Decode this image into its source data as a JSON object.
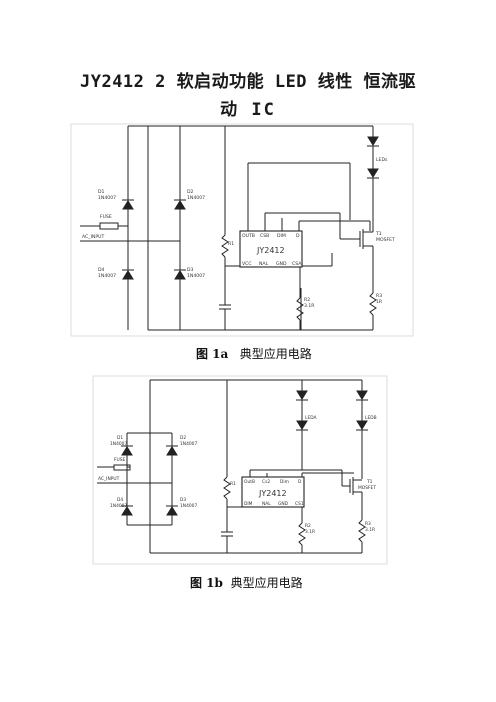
{
  "title_line1": "JY2412 2 软启动功能  LED  线性 恒流驱",
  "title_line2": "动  IC",
  "fig1": {
    "caption_num": "图 1a",
    "caption_text": "典型应用电路",
    "labels": {
      "d1": "D1",
      "d1_part": "1N4007",
      "d2": "D2",
      "d2_part": "1N4007",
      "d3": "D3",
      "d3_part": "1N4007",
      "d4": "D4",
      "d4_part": "1N4007",
      "fuse": "FUSE",
      "ac": "AC_INPUT",
      "r1": "R1",
      "r2": "R2",
      "r2_val": "3.1R",
      "r3": "R3",
      "r3_val": "1R",
      "ic": "JY2412",
      "pin_outb": "OUTB",
      "pin_cs": "CSB",
      "pin_dim": "DIM",
      "pin_d": "D",
      "pin_vcc": "VCC",
      "pin_nal": "NAL",
      "pin_gnd": "GND",
      "pin_csa": "CSA",
      "t1": "T1",
      "mosfet": "MOSFET",
      "leds": "LEDs"
    }
  },
  "fig2": {
    "caption_num": "图 1b",
    "caption_text": "典型应用电路",
    "labels": {
      "d1": "D1",
      "d1_part": "1N4007",
      "d2": "D2",
      "d2_part": "1N4007",
      "d3": "D3",
      "d3_part": "1N4007",
      "d4": "D4",
      "d4_part": "1N4007",
      "fuse": "FUSE",
      "ac": "AC_INPUT",
      "r1": "R1",
      "r2": "R2",
      "r2_val": "3.1R",
      "r3": "R3",
      "r3_val": "3.1R",
      "ic": "JY2412",
      "pin_outb": "OutB",
      "pin_cs": "Cs2",
      "pin_dim": "Dim",
      "pin_d": "D",
      "pin_vcc": "DIM",
      "pin_nal": "NAL",
      "pin_gnd": "GND",
      "pin_csa": "CS1",
      "t1": "T1",
      "mosfet": "MOSFET",
      "leda": "LEDA",
      "ledb": "LEDB"
    }
  }
}
